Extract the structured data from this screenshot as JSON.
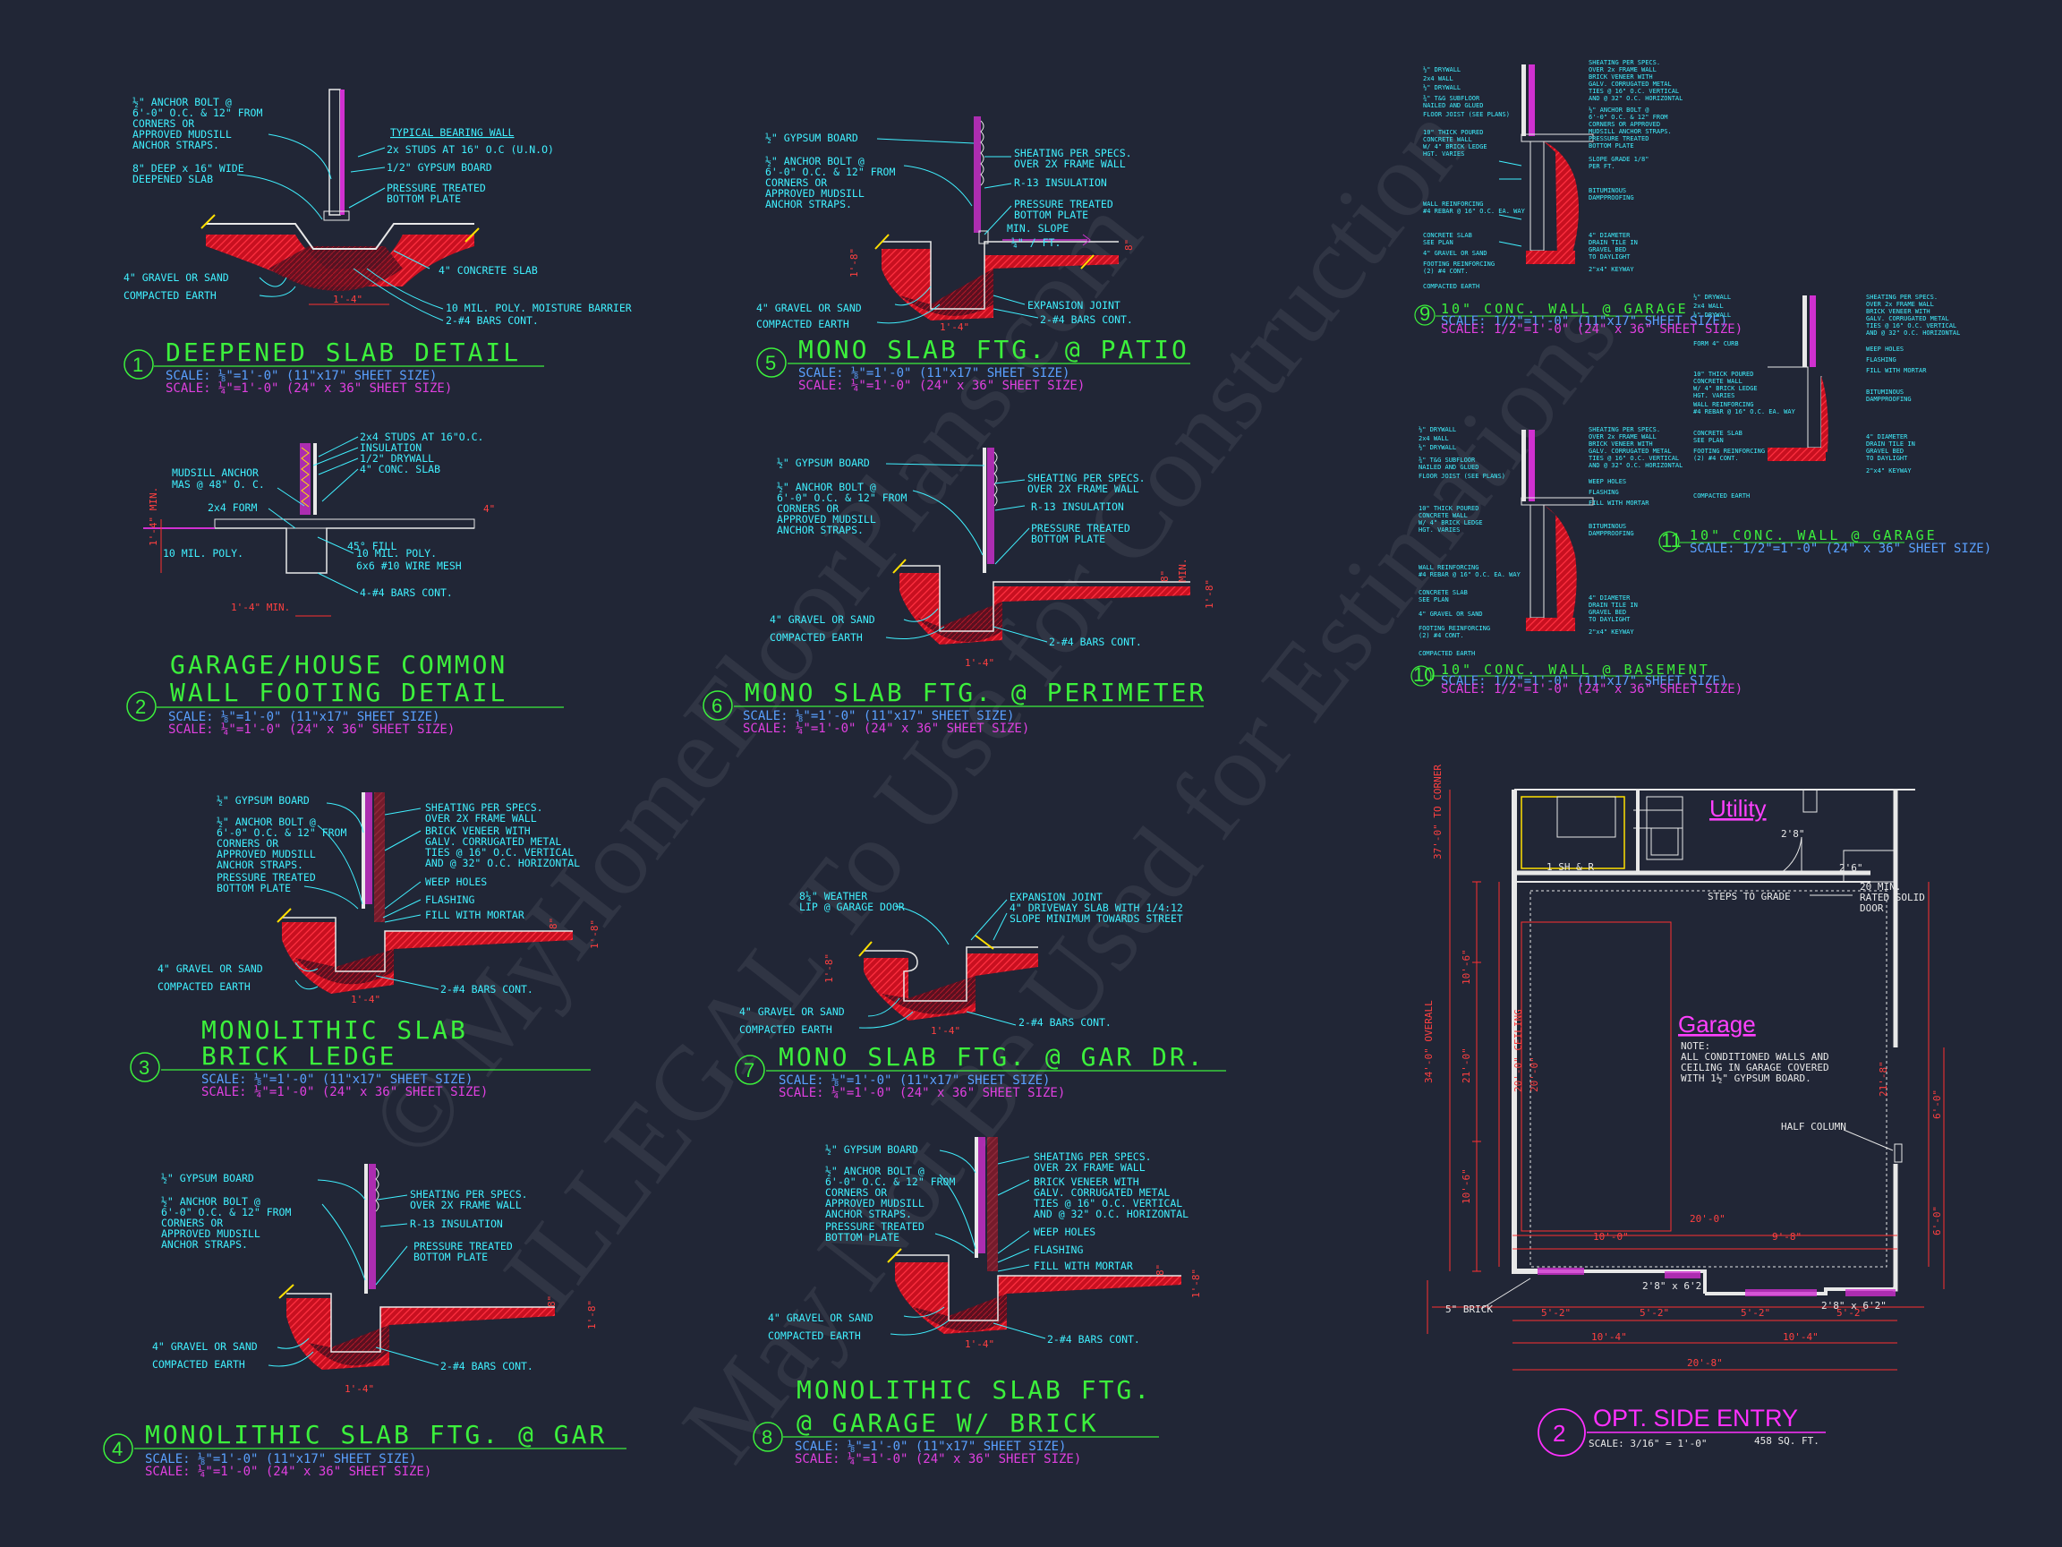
{
  "details": [
    {
      "number": "1",
      "title": [
        "DEEPENED SLAB DETAIL"
      ],
      "scale1": "SCALE: ⅛\"=1'-0\" (11\"x17\" SHEET SIZE)",
      "scale2": "SCALE: ¼\"=1'-0\" (24\" x 36\" SHEET SIZE)",
      "notes": [
        "½\" ANCHOR BOLT @",
        "6'-0\" O.C. & 12\" FROM",
        "CORNERS OR",
        "APPROVED MUDSILL",
        "ANCHOR STRAPS.",
        "8\" DEEP x 16\" WIDE",
        "DEEPENED SLAB",
        "TYPICAL BEARING WALL",
        "2x STUDS AT 16\" O.C (U.N.O)",
        "1/2\" GYPSUM BOARD",
        "PRESSURE TREATED",
        "BOTTOM PLATE",
        "4\" CONCRETE SLAB",
        "4\" GRAVEL OR SAND",
        "COMPACTED EARTH",
        "10 MIL. POLY. MOISTURE BARRIER",
        "2-#4 BARS CONT.",
        "1'-4\""
      ]
    },
    {
      "number": "2",
      "title": [
        "GARAGE/HOUSE COMMON",
        "WALL FOOTING DETAIL"
      ],
      "scale1": "SCALE: ⅛\"=1'-0\" (11\"x17\" SHEET SIZE)",
      "scale2": "SCALE: ¼\"=1'-0\" (24\" x 36\" SHEET SIZE)",
      "notes": [
        "2x4 STUDS AT 16\"O.C.",
        "INSULATION",
        "1/2\" DRYWALL",
        "4\" CONC. SLAB",
        "MUDSILL ANCHOR",
        "MAS @ 48\" O. C.",
        "2x4 FORM",
        "10 MIL. POLY.",
        "10 MIL. POLY.",
        "6x6 #10 WIRE MESH",
        "4-#4 BARS CONT.",
        "1'-4\" MIN.",
        "4\"",
        "1'-4\" MIN.",
        "45° FILL"
      ]
    },
    {
      "number": "3",
      "title": [
        "MONOLITHIC SLAB",
        "BRICK LEDGE"
      ],
      "scale1": "SCALE: ⅛\"=1'-0\" (11\"x17\" SHEET SIZE)",
      "scale2": "SCALE: ¼\"=1'-0\" (24\" x 36\" SHEET SIZE)",
      "notes": [
        "½\" GYPSUM BOARD",
        "½\" ANCHOR BOLT @",
        "6'-0\" O.C. & 12\" FROM",
        "CORNERS OR",
        "APPROVED MUDSILL",
        "ANCHOR STRAPS.",
        "PRESSURE TREATED",
        "BOTTOM PLATE",
        "SHEATING PER SPECS.",
        "OVER 2X FRAME WALL",
        "BRICK VENEER WITH",
        "GALV. CORRUGATED METAL",
        "TIES @ 16\" O.C. VERTICAL",
        "AND @ 32\" O.C. HORIZONTAL",
        "WEEP HOLES",
        "FLASHING",
        "FILL WITH MORTAR",
        "4\" GRAVEL OR SAND",
        "COMPACTED EARTH",
        "2-#4 BARS CONT.",
        "1'-4\"",
        "1'-8\"",
        "8\""
      ]
    },
    {
      "number": "4",
      "title": [
        "MONOLITHIC SLAB FTG. @ GAR"
      ],
      "scale1": "SCALE: ⅛\"=1'-0\" (11\"x17\" SHEET SIZE)",
      "scale2": "SCALE: ¼\"=1'-0\" (24\" x 36\" SHEET SIZE)",
      "notes": [
        "½\" GYPSUM BOARD",
        "½\" ANCHOR BOLT @",
        "6'-0\" O.C. & 12\" FROM",
        "CORNERS OR",
        "APPROVED MUDSILL",
        "ANCHOR STRAPS.",
        "SHEATING PER SPECS.",
        "OVER 2X FRAME WALL",
        "R-13 INSULATION",
        "PRESSURE TREATED",
        "BOTTOM PLATE",
        "4\" GRAVEL OR SAND",
        "COMPACTED EARTH",
        "2-#4 BARS CONT.",
        "1'-4\"",
        "1'-8\"",
        "8\""
      ]
    },
    {
      "number": "5",
      "title": [
        "MONO SLAB FTG. @ PATIO"
      ],
      "scale1": "SCALE: ⅛\"=1'-0\" (11\"x17\" SHEET SIZE)",
      "scale2": "SCALE: ¼\"=1'-0\" (24\" x 36\" SHEET SIZE)",
      "notes": [
        "½\" GYPSUM BOARD",
        "½\" ANCHOR BOLT @",
        "6'-0\" O.C. & 12\" FROM",
        "CORNERS OR",
        "APPROVED MUDSILL",
        "ANCHOR STRAPS.",
        "SHEATING PER SPECS.",
        "OVER 2X FRAME WALL",
        "R-13 INSULATION",
        "PRESSURE TREATED",
        "BOTTOM PLATE",
        "MIN. SLOPE",
        "¼\" / FT.",
        "4\" GRAVEL OR SAND",
        "COMPACTED EARTH",
        "EXPANSION JOINT",
        "2-#4 BARS CONT.",
        "1'-4\"",
        "1'-8\"",
        "8\""
      ]
    },
    {
      "number": "6",
      "title": [
        "MONO SLAB FTG. @ PERIMETER"
      ],
      "scale1": "SCALE: ⅛\"=1'-0\" (11\"x17\" SHEET SIZE)",
      "scale2": "SCALE: ¼\"=1'-0\" (24\" x 36\" SHEET SIZE)",
      "notes": [
        "½\" GYPSUM BOARD",
        "½\" ANCHOR BOLT @",
        "6'-0\" O.C. & 12\" FROM",
        "CORNERS OR",
        "APPROVED MUDSILL",
        "ANCHOR STRAPS.",
        "SHEATING PER SPECS.",
        "OVER 2X FRAME WALL",
        "R-13 INSULATION",
        "PRESSURE TREATED",
        "BOTTOM PLATE",
        "4\" GRAVEL OR SAND",
        "COMPACTED EARTH",
        "2-#4 BARS CONT.",
        "1'-4\"",
        "1'-8\"",
        "8\"",
        "MIN."
      ]
    },
    {
      "number": "7",
      "title": [
        "MONO SLAB FTG. @ GAR DR."
      ],
      "scale1": "SCALE: ⅛\"=1'-0\" (11\"x17\" SHEET SIZE)",
      "scale2": "SCALE: ¼\"=1'-0\" (24\" x 36\" SHEET SIZE)",
      "notes": [
        "8¼\" WEATHER",
        "LIP @ GARAGE DOOR",
        "EXPANSION JOINT",
        "4\" DRIVEWAY SLAB WITH 1/4:12",
        "SLOPE MINIMUM TOWARDS STREET",
        "4\" GRAVEL OR SAND",
        "COMPACTED EARTH",
        "2-#4 BARS CONT.",
        "1'-4\"",
        "1'-8\""
      ]
    },
    {
      "number": "8",
      "title": [
        "MONOLITHIC SLAB FTG.",
        "@ GARAGE W/ BRICK"
      ],
      "scale1": "SCALE: ⅛\"=1'-0\" (11\"x17\" SHEET SIZE)",
      "scale2": "SCALE: ¼\"=1'-0\" (24\" x 36\" SHEET SIZE)",
      "notes": [
        "½\" GYPSUM BOARD",
        "½\" ANCHOR BOLT @",
        "6'-0\" O.C. & 12\" FROM",
        "CORNERS OR",
        "APPROVED MUDSILL",
        "ANCHOR STRAPS.",
        "PRESSURE TREATED",
        "BOTTOM PLATE",
        "SHEATING PER SPECS.",
        "OVER 2X FRAME WALL",
        "BRICK VENEER WITH",
        "GALV. CORRUGATED METAL",
        "TIES @ 16\" O.C. VERTICAL",
        "AND @ 32\" O.C. HORIZONTAL",
        "WEEP HOLES",
        "FLASHING",
        "FILL WITH MORTAR",
        "4\" GRAVEL OR SAND",
        "COMPACTED EARTH",
        "2-#4 BARS CONT.",
        "1'-4\"",
        "1'-8\"",
        "8\""
      ]
    },
    {
      "number": "9",
      "title": [
        "10\" CONC. WALL @ GARAGE"
      ],
      "scale1": "SCALE: 1/2\"=1'-0\" (11\"x17\" SHEET SIZE)",
      "scale2": "SCALE: 1/2\"=1'-0\" (24\" x 36\" SHEET SIZE)",
      "notes": []
    },
    {
      "number": "10",
      "title": [
        "10\" CONC. WALL @ BASEMENT"
      ],
      "scale1": "SCALE: 1/2\"=1'-0\" (11\"x17\" SHEET SIZE)",
      "scale2": "SCALE: 1/2\"=1'-0\" (24\" x 36\" SHEET SIZE)",
      "notes": []
    },
    {
      "number": "11",
      "title": [
        "10\" CONC. WALL @ GARAGE"
      ],
      "scale1": "SCALE: 1/2\"=1'-0\" (24\" x 36\" SHEET SIZE)",
      "scale2": "",
      "notes": []
    }
  ],
  "plan": {
    "number": "2",
    "title": "OPT. SIDE ENTRY",
    "scale": "SCALE: 3/16\" = 1'-0\"",
    "area": "458 SQ. FT.",
    "rooms": {
      "utility": "Utility",
      "garage": "Garage"
    },
    "note": [
      "NOTE:",
      "ALL CONDITIONED WALLS AND",
      "CEILING IN GARAGE COVERED",
      "WITH 1½\" GYPSUM BOARD."
    ],
    "labels": {
      "steps": "STEPS TO GRADE",
      "door": [
        "20 MIN.",
        "RATED SOLID",
        "DOOR"
      ],
      "half_column": "HALF COLUMN",
      "brick": "5\" BRICK",
      "sh": "1 SH & R",
      "door_size1": "2'8\" x 6'2\"",
      "door_size2": "2'8\" x 6'2\"",
      "overall": "34'-0\" OVERALL",
      "to_corner": "37'-0\" TO CORNER",
      "garage_depth": "20'-0\"",
      "ceil": "20'-0\" CEILING",
      "swing1": "2'8\"",
      "swing2": "2'6\""
    },
    "dims_left": [
      "10'-6\"",
      "21'-0\"",
      "10'-6\""
    ],
    "dims_right": [
      "21'-8\"",
      "6'-0\"",
      "6'-0\""
    ],
    "dims_bottom1": [
      "10'-0\"",
      "9'-8\""
    ],
    "dims_bottom2": [
      "5'-2\"",
      "5'-2\"",
      "5'-2\"",
      "5'-2\""
    ],
    "dims_bottom3": [
      "10'-4\"",
      "10'-4\""
    ],
    "dims_bottom_total": "20'-8\"",
    "dims_top_width": "20'-0\""
  },
  "watermark": [
    "© MyHomeFloorPlans.com",
    "ILLEGAL To Use for Construction",
    "May Not Be Used for Estimations"
  ]
}
